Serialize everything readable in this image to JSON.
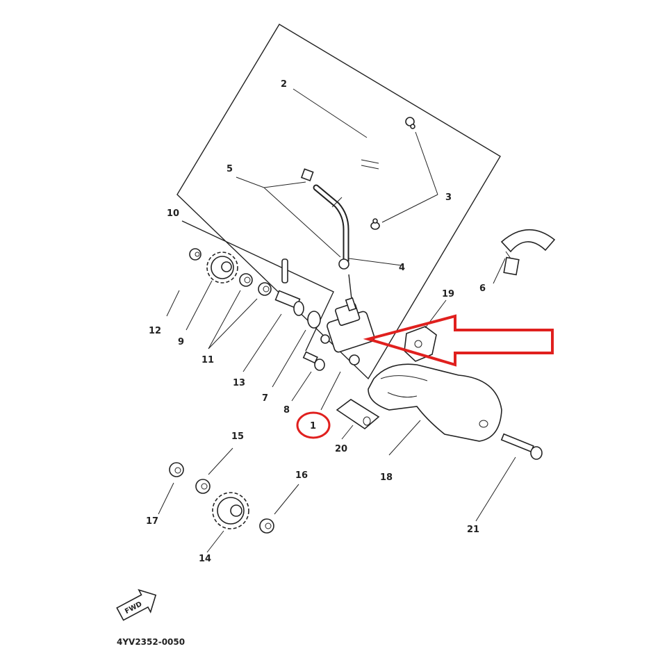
{
  "diagram": {
    "part_numbers": [
      "1",
      "2",
      "3",
      "4",
      "5",
      "6",
      "7",
      "8",
      "9",
      "10",
      "11",
      "12",
      "13",
      "14",
      "15",
      "16",
      "17",
      "18",
      "19",
      "20",
      "21"
    ],
    "direction_label": "FWD",
    "drawing_code": "4YV2352-0050",
    "highlight": {
      "part": "1",
      "color": "#e0201e"
    },
    "arrow_color": "#e0201e",
    "ink_color": "#222222"
  }
}
